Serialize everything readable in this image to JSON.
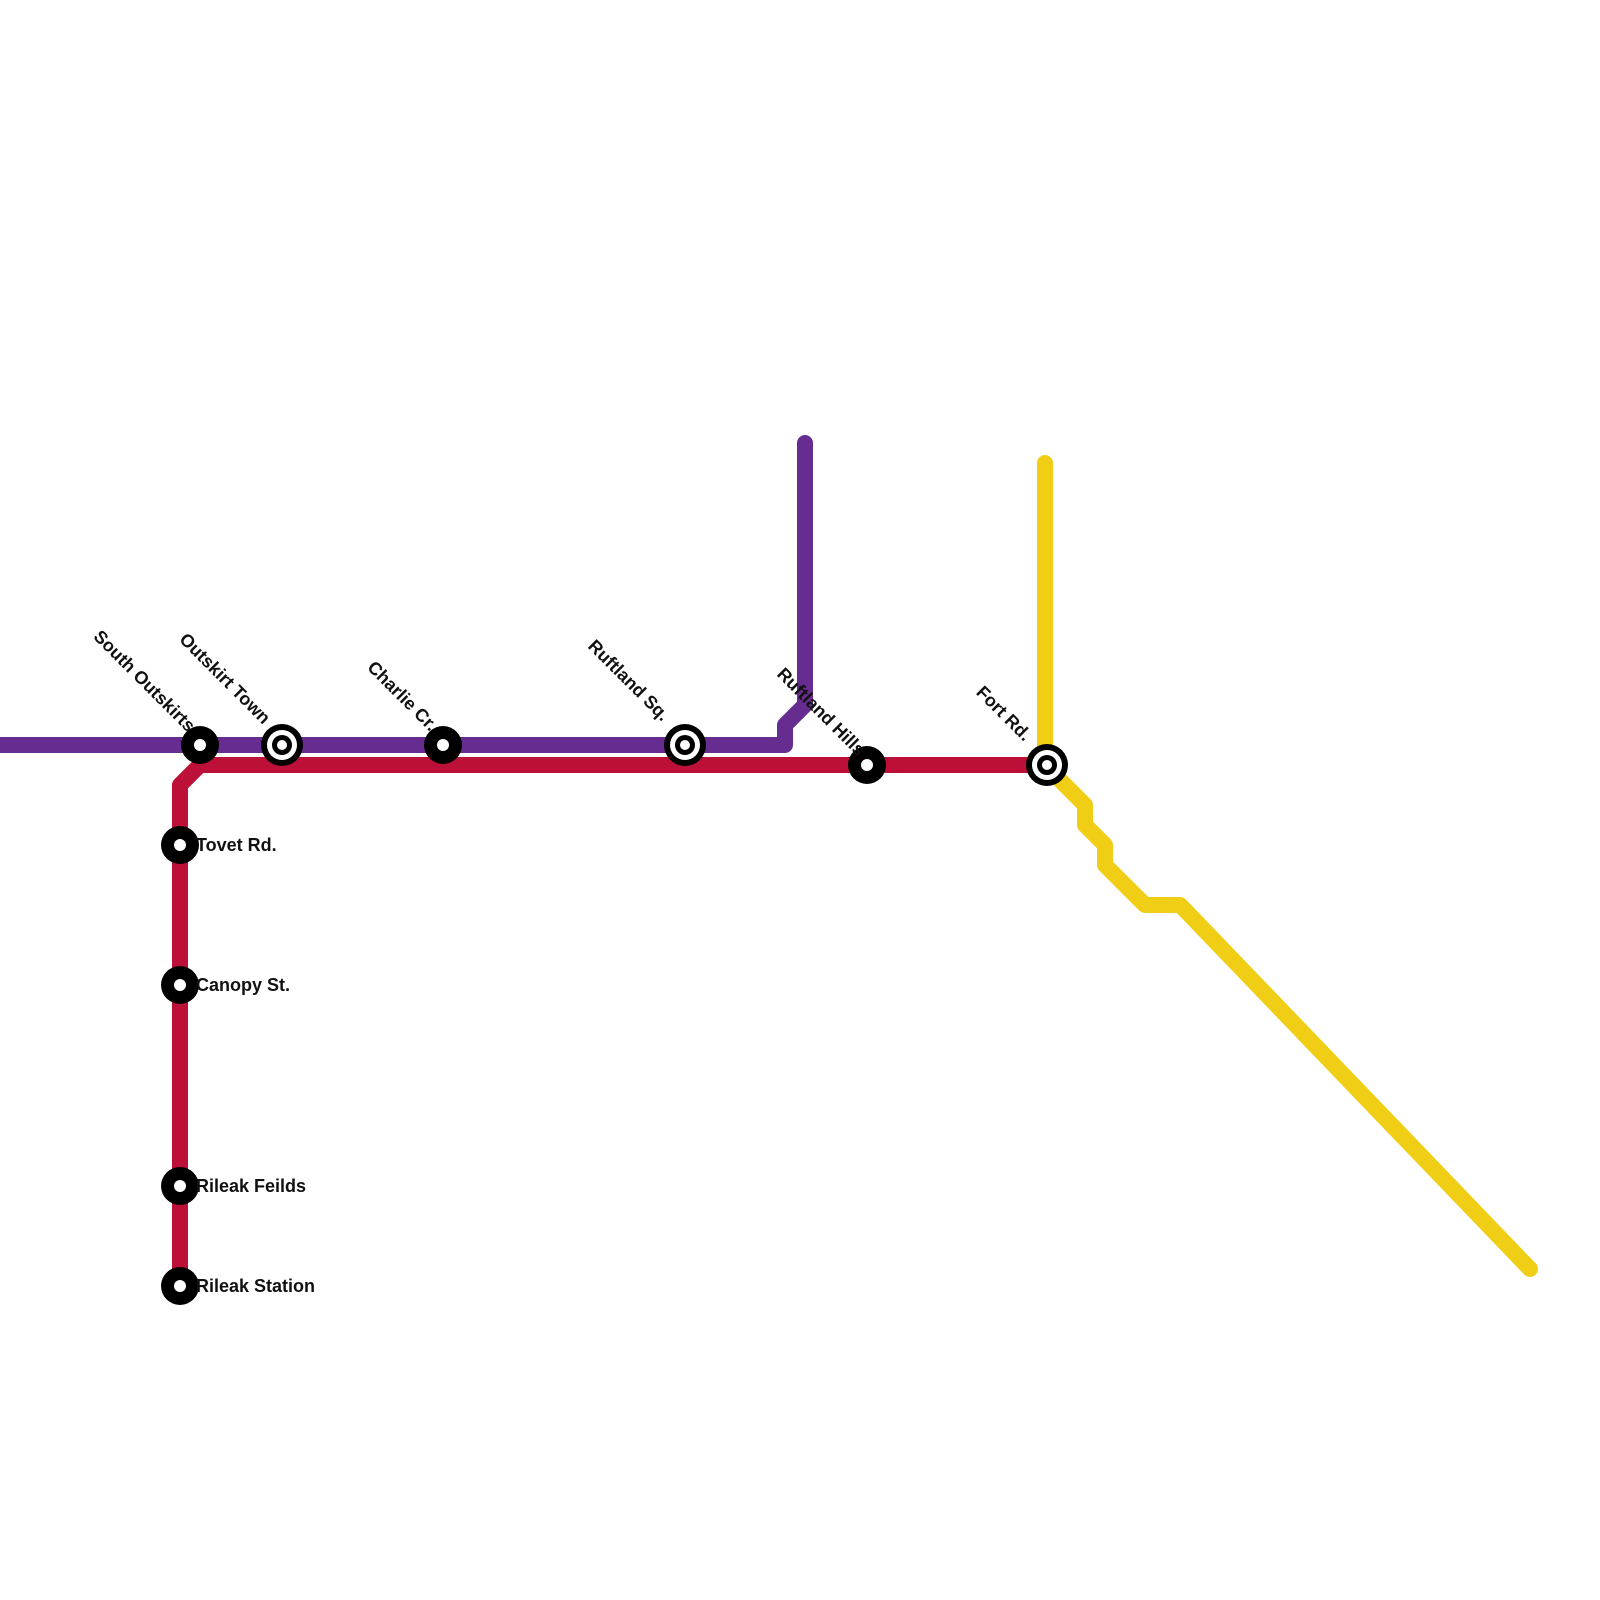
{
  "map": {
    "lines": [
      {
        "id": "purple",
        "color": "#662c90"
      },
      {
        "id": "red",
        "color": "#bd1038"
      },
      {
        "id": "yellow",
        "color": "#f0ce15"
      }
    ],
    "stations": [
      {
        "id": "south-outskirts",
        "name": "South Outskirts",
        "type": "stop"
      },
      {
        "id": "outskirt-town",
        "name": "Outskirt Town",
        "type": "interchange"
      },
      {
        "id": "charlie-cr",
        "name": "Charlie Cr.",
        "type": "stop"
      },
      {
        "id": "ruftland-sq",
        "name": "Ruftland Sq.",
        "type": "interchange"
      },
      {
        "id": "ruftland-hills",
        "name": "Ruftland Hills",
        "type": "stop"
      },
      {
        "id": "fort-rd",
        "name": "Fort Rd.",
        "type": "interchange"
      },
      {
        "id": "tovet-rd",
        "name": "Tovet Rd.",
        "type": "stop"
      },
      {
        "id": "canopy-st",
        "name": "Canopy St.",
        "type": "stop"
      },
      {
        "id": "rileak-feilds",
        "name": "Rileak Feilds",
        "type": "stop"
      },
      {
        "id": "rileak-station",
        "name": "Rileak Station",
        "type": "stop"
      }
    ]
  }
}
